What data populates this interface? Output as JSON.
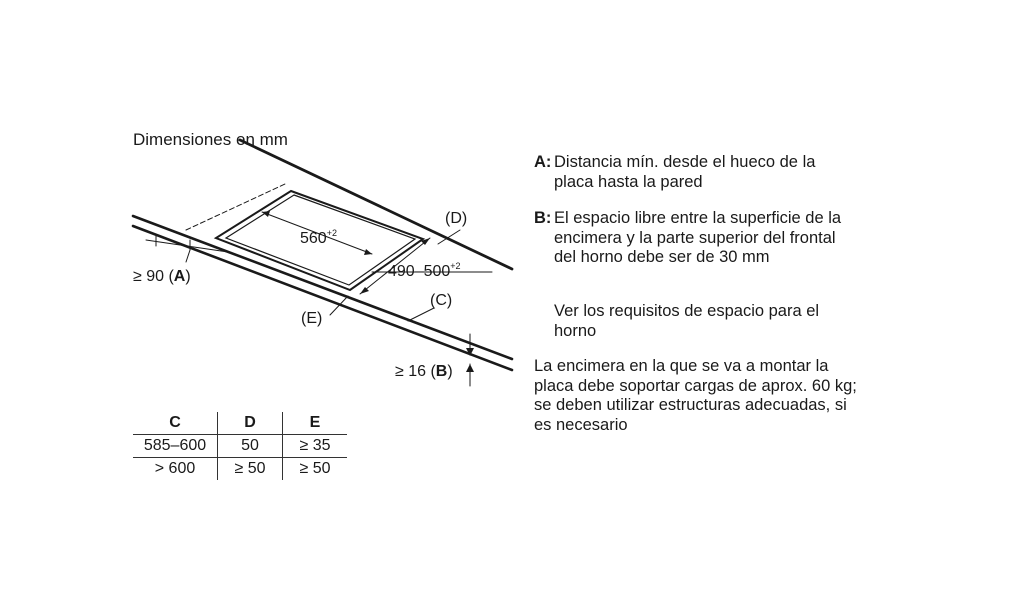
{
  "title": "Dimensiones en mm",
  "labels": {
    "opening_width": "560",
    "opening_width_tol": "+2",
    "opening_depth": "490–500",
    "opening_depth_tol": "+2",
    "d": "(D)",
    "c": "(C)",
    "e": "(E)",
    "a_prefix": "≥ 90 (",
    "a_key": "A",
    "a_suffix": ")",
    "b_prefix": "≥ 16 (",
    "b_key": "B",
    "b_suffix": ")"
  },
  "legend": {
    "a_key": "A:",
    "a_line1": "Distancia mín. desde el hueco de la",
    "a_line2": "placa hasta la pared",
    "b_key": "B:",
    "b_line1": "El espacio libre entre la superficie de la",
    "b_line2": "encimera y la parte superior del frontal",
    "b_line3": "del horno debe ser de 30 mm",
    "note_line1": "Ver los requisitos de espacio para el",
    "note_line2": "horno",
    "load_line1": "La encimera en la que se va a montar la",
    "load_line2": "placa debe soportar cargas de aprox. 60 kg;",
    "load_line3": "se deben utilizar estructuras adecuadas, si",
    "load_line4": "es necesario"
  },
  "table": {
    "headers": [
      "C",
      "D",
      "E"
    ],
    "rows": [
      [
        "585–600",
        "50",
        "≥ 35"
      ],
      [
        "> 600",
        "≥ 50",
        "≥ 50"
      ]
    ]
  }
}
